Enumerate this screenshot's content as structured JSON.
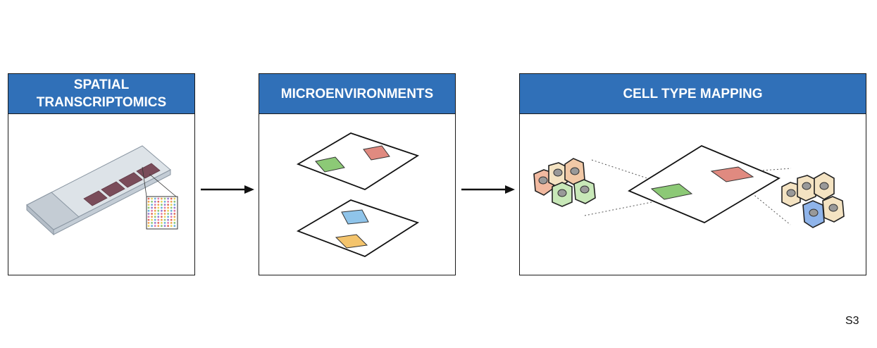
{
  "panels": [
    {
      "id": "spatial",
      "title_lines": [
        "SPATIAL",
        "TRANSCRIPTOMICS"
      ]
    },
    {
      "id": "micro",
      "title_lines": [
        "MICROENVIRONMENTS"
      ]
    },
    {
      "id": "celltype",
      "title_lines": [
        "CELL TYPE MAPPING"
      ]
    }
  ],
  "page_label": "S3",
  "colors": {
    "header": "#3070b8",
    "green": "#8cc976",
    "red": "#e08a80",
    "blue": "#8fc4ea",
    "yellow": "#f4c46c",
    "slide": "#cfd6dd",
    "tissue": "#7a4c5a"
  }
}
